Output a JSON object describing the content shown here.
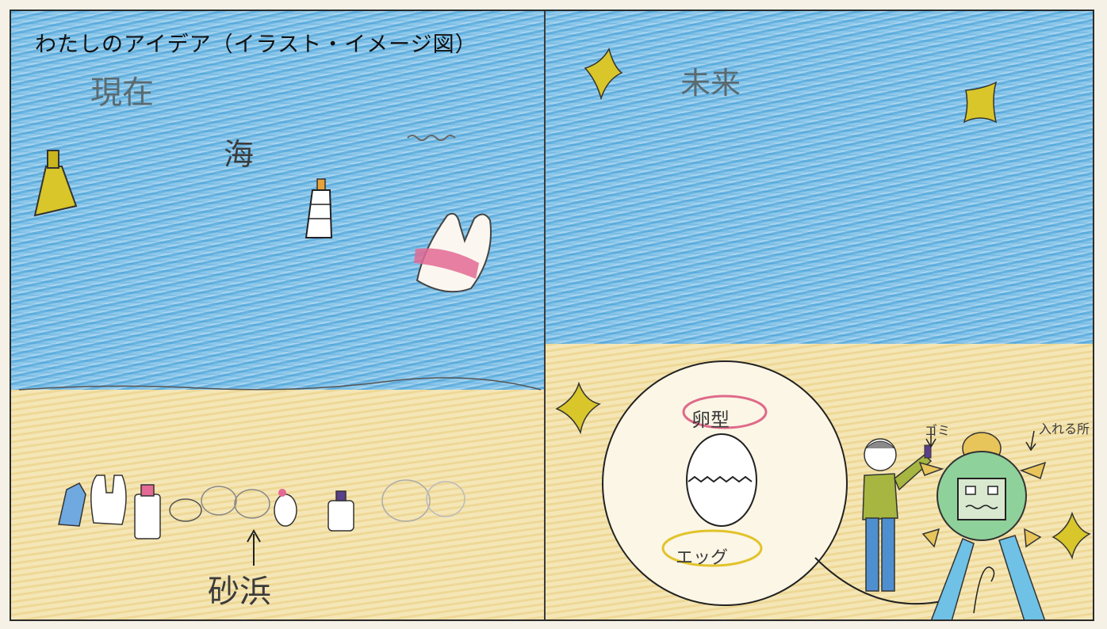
{
  "title": "わたしのアイデア（イラスト・イメージ図）",
  "panels": {
    "left": {
      "heading": "現在",
      "sea_label": "海",
      "sand_label": "砂浜"
    },
    "right": {
      "heading": "未来",
      "egg_top_label": "卵型",
      "egg_bottom_label": "エッグ",
      "trash_label": "ゴミ",
      "insert_label": "入れる所"
    }
  },
  "colors": {
    "sea": "#8cc7ea",
    "sand": "#f1e2b0",
    "sparkle": "#d8c62a",
    "bag_band": "#e26a94",
    "egg_top_ring": "#e06a8a",
    "egg_bottom_ring": "#e2c32a",
    "robot": "#8fd19a",
    "robot_body": "#e8c55a",
    "legs": "#6fc1e6",
    "person_shirt": "#a6b640",
    "person_pants": "#4e8fd0"
  },
  "icons": [
    "sparkle-icon",
    "bottle-icon",
    "plastic-bag-icon",
    "arrow-up-icon",
    "arrow-down-icon",
    "egg-icon",
    "robot-icon",
    "person-icon"
  ]
}
